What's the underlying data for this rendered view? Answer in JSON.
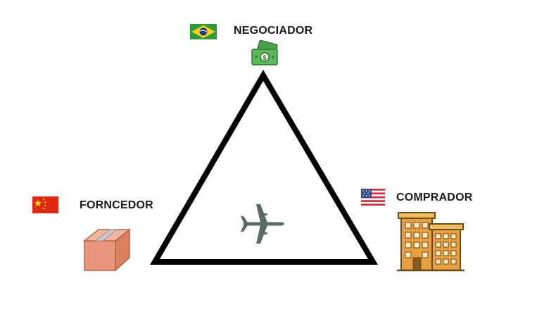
{
  "nodes": {
    "negociador": {
      "label": "NEGOCIADOR",
      "flag": "brazil-flag",
      "icon": "money-icon"
    },
    "fornecedor": {
      "label": "FORNCEDOR",
      "flag": "china-flag",
      "icon": "box-icon"
    },
    "comprador": {
      "label": "COMPRADOR",
      "flag": "usa-flag",
      "icon": "building-icon"
    }
  },
  "center_icon": "airplane-icon",
  "colors": {
    "triangle": "#000000",
    "brazil_green": "#2e9b3a",
    "brazil_yellow": "#f7d117",
    "brazil_blue": "#1f3f8f",
    "china_red": "#de2910",
    "china_yellow": "#ffde00",
    "usa_red": "#c8313e",
    "usa_blue": "#3b4a8c",
    "box": "#e8967a",
    "building": "#e8a040",
    "money": "#5cb85c",
    "plane": "#5a6b66"
  }
}
